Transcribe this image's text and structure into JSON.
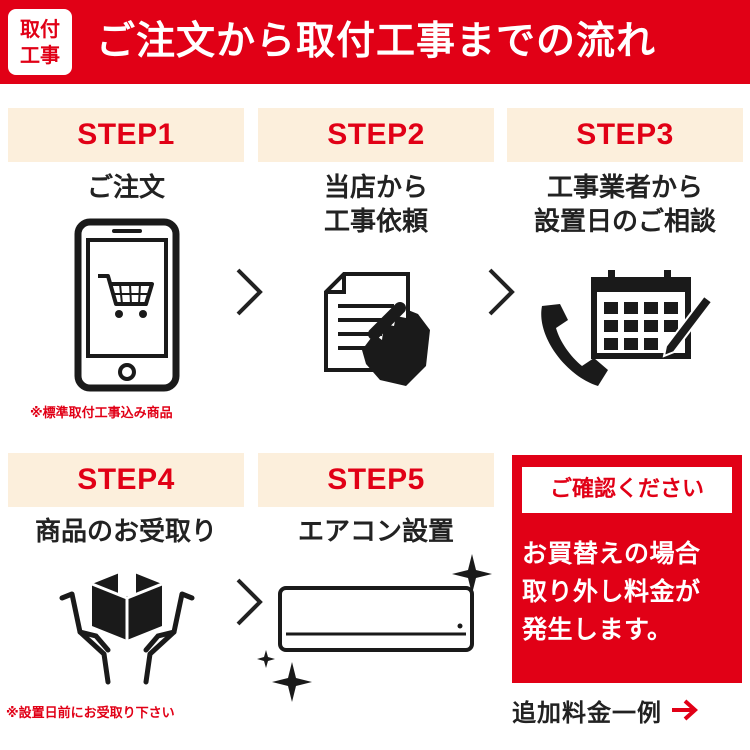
{
  "header": {
    "badge_line1": "取付",
    "badge_line2": "工事",
    "title": "ご注文から取付工事までの流れ"
  },
  "steps": [
    {
      "label": "STEP1",
      "text_line1": "ご注文",
      "text_line2": "",
      "note": "※標準取付工事込み商品",
      "icon": "smartphone-cart-icon"
    },
    {
      "label": "STEP2",
      "text_line1": "当店から",
      "text_line2": "工事依頼",
      "note": "",
      "icon": "document-hand-icon"
    },
    {
      "label": "STEP3",
      "text_line1": "工事業者から",
      "text_line2": "設置日のご相談",
      "note": "",
      "icon": "phone-calendar-icon"
    },
    {
      "label": "STEP4",
      "text_line1": "商品のお受取り",
      "text_line2": "",
      "note": "※設置日前にお受取り下さい",
      "icon": "box-hands-icon"
    },
    {
      "label": "STEP5",
      "text_line1": "エアコン設置",
      "text_line2": "",
      "note": "",
      "icon": "air-conditioner-icon"
    }
  ],
  "confirm": {
    "heading": "ご確認ください",
    "body": "お買替えの場合\n取り外し料金が\n発生します。"
  },
  "extra_link": {
    "label": "追加料金一例"
  },
  "colors": {
    "brand_red": "#e10016",
    "step_bg": "#fcefdc",
    "icon_dark": "#1a1a1a"
  }
}
